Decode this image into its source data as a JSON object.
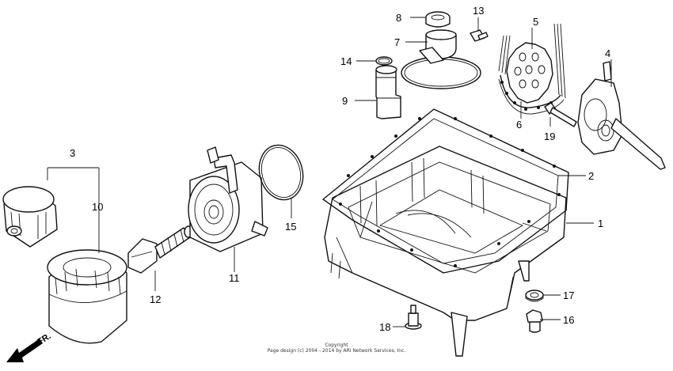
{
  "callouts": [
    "1",
    "2",
    "3",
    "4",
    "5",
    "6",
    "7",
    "8",
    "9",
    "10",
    "11",
    "12",
    "13",
    "14",
    "15",
    "16",
    "17",
    "18",
    "19"
  ],
  "direction_label": "FR.",
  "copyright": {
    "line1": "Copyright",
    "line2": "Page design (c) 2004 - 2014 by ARI Network Services, Inc."
  }
}
